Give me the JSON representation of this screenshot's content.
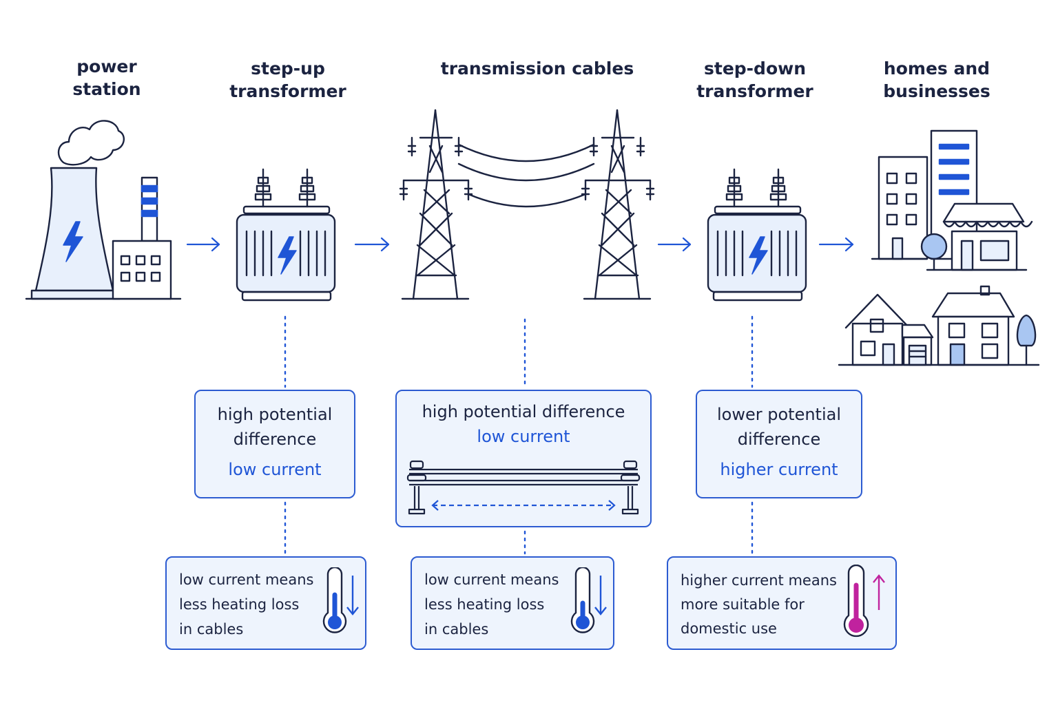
{
  "stages": {
    "power_station": "power\nstation",
    "step_up": "step-up\ntransformer",
    "transmission": "transmission cables",
    "step_down": "step-down\ntransformer",
    "homes": "homes and\nbusinesses"
  },
  "boxes": {
    "step_up": {
      "pd": "high potential\ndifference",
      "current": "low current"
    },
    "transmission": {
      "pd": "high potential difference",
      "current": "low current"
    },
    "step_down": {
      "pd": "lower potential\ndifference",
      "current": "higher current"
    }
  },
  "notes": {
    "step_up": "low current means\nless heating loss\nin cables",
    "transmission": "low current means\nless heating loss\nin cables",
    "step_down": "higher current means\nmore suitable for\ndomestic use"
  },
  "icons": {
    "flow_arrow": "arrow-right",
    "thermometer_low": "thermometer-low",
    "thermometer_high": "thermometer-high",
    "arrow_down": "arrow-down",
    "arrow_up": "arrow-up",
    "lightning": "lightning-bolt"
  },
  "colors": {
    "accent": "#1f55d6",
    "line": "#1b2340",
    "fill": "#e8f0fc",
    "box_border": "#2c5bd1",
    "hot": "#c0229e"
  }
}
